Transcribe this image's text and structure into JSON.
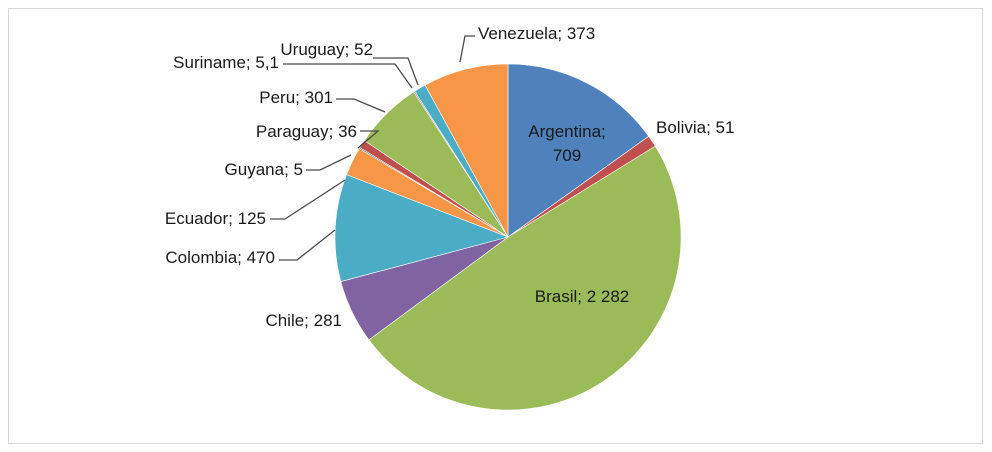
{
  "chart_data": {
    "type": "pie",
    "slices": [
      {
        "label": "Argentina",
        "value": 709,
        "value_text": "709",
        "color": "#4f81bd"
      },
      {
        "label": "Bolivia",
        "value": 51,
        "value_text": "51",
        "color": "#c0504d"
      },
      {
        "label": "Brasil",
        "value": 2282,
        "value_text": "2 282",
        "color": "#9bbb59"
      },
      {
        "label": "Chile",
        "value": 281,
        "value_text": "281",
        "color": "#8064a2"
      },
      {
        "label": "Colombia",
        "value": 470,
        "value_text": "470",
        "color": "#4bacc6"
      },
      {
        "label": "Ecuador",
        "value": 125,
        "value_text": "125",
        "color": "#f79646"
      },
      {
        "label": "Guyana",
        "value": 5,
        "value_text": "5",
        "color": "#2c4d75"
      },
      {
        "label": "Paraguay",
        "value": 36,
        "value_text": "36",
        "color": "#c0504d"
      },
      {
        "label": "Peru",
        "value": 301,
        "value_text": "301",
        "color": "#9bbb59"
      },
      {
        "label": "Suriname",
        "value": 5.1,
        "value_text": "5,1",
        "color": "#8064a2"
      },
      {
        "label": "Uruguay",
        "value": 52,
        "value_text": "52",
        "color": "#4bacc6"
      },
      {
        "label": "Venezuela",
        "value": 373,
        "value_text": "373",
        "color": "#f79646"
      }
    ],
    "label_separator": "; ",
    "start_angle_deg": 0,
    "direction": "clockwise",
    "legend": "none"
  }
}
